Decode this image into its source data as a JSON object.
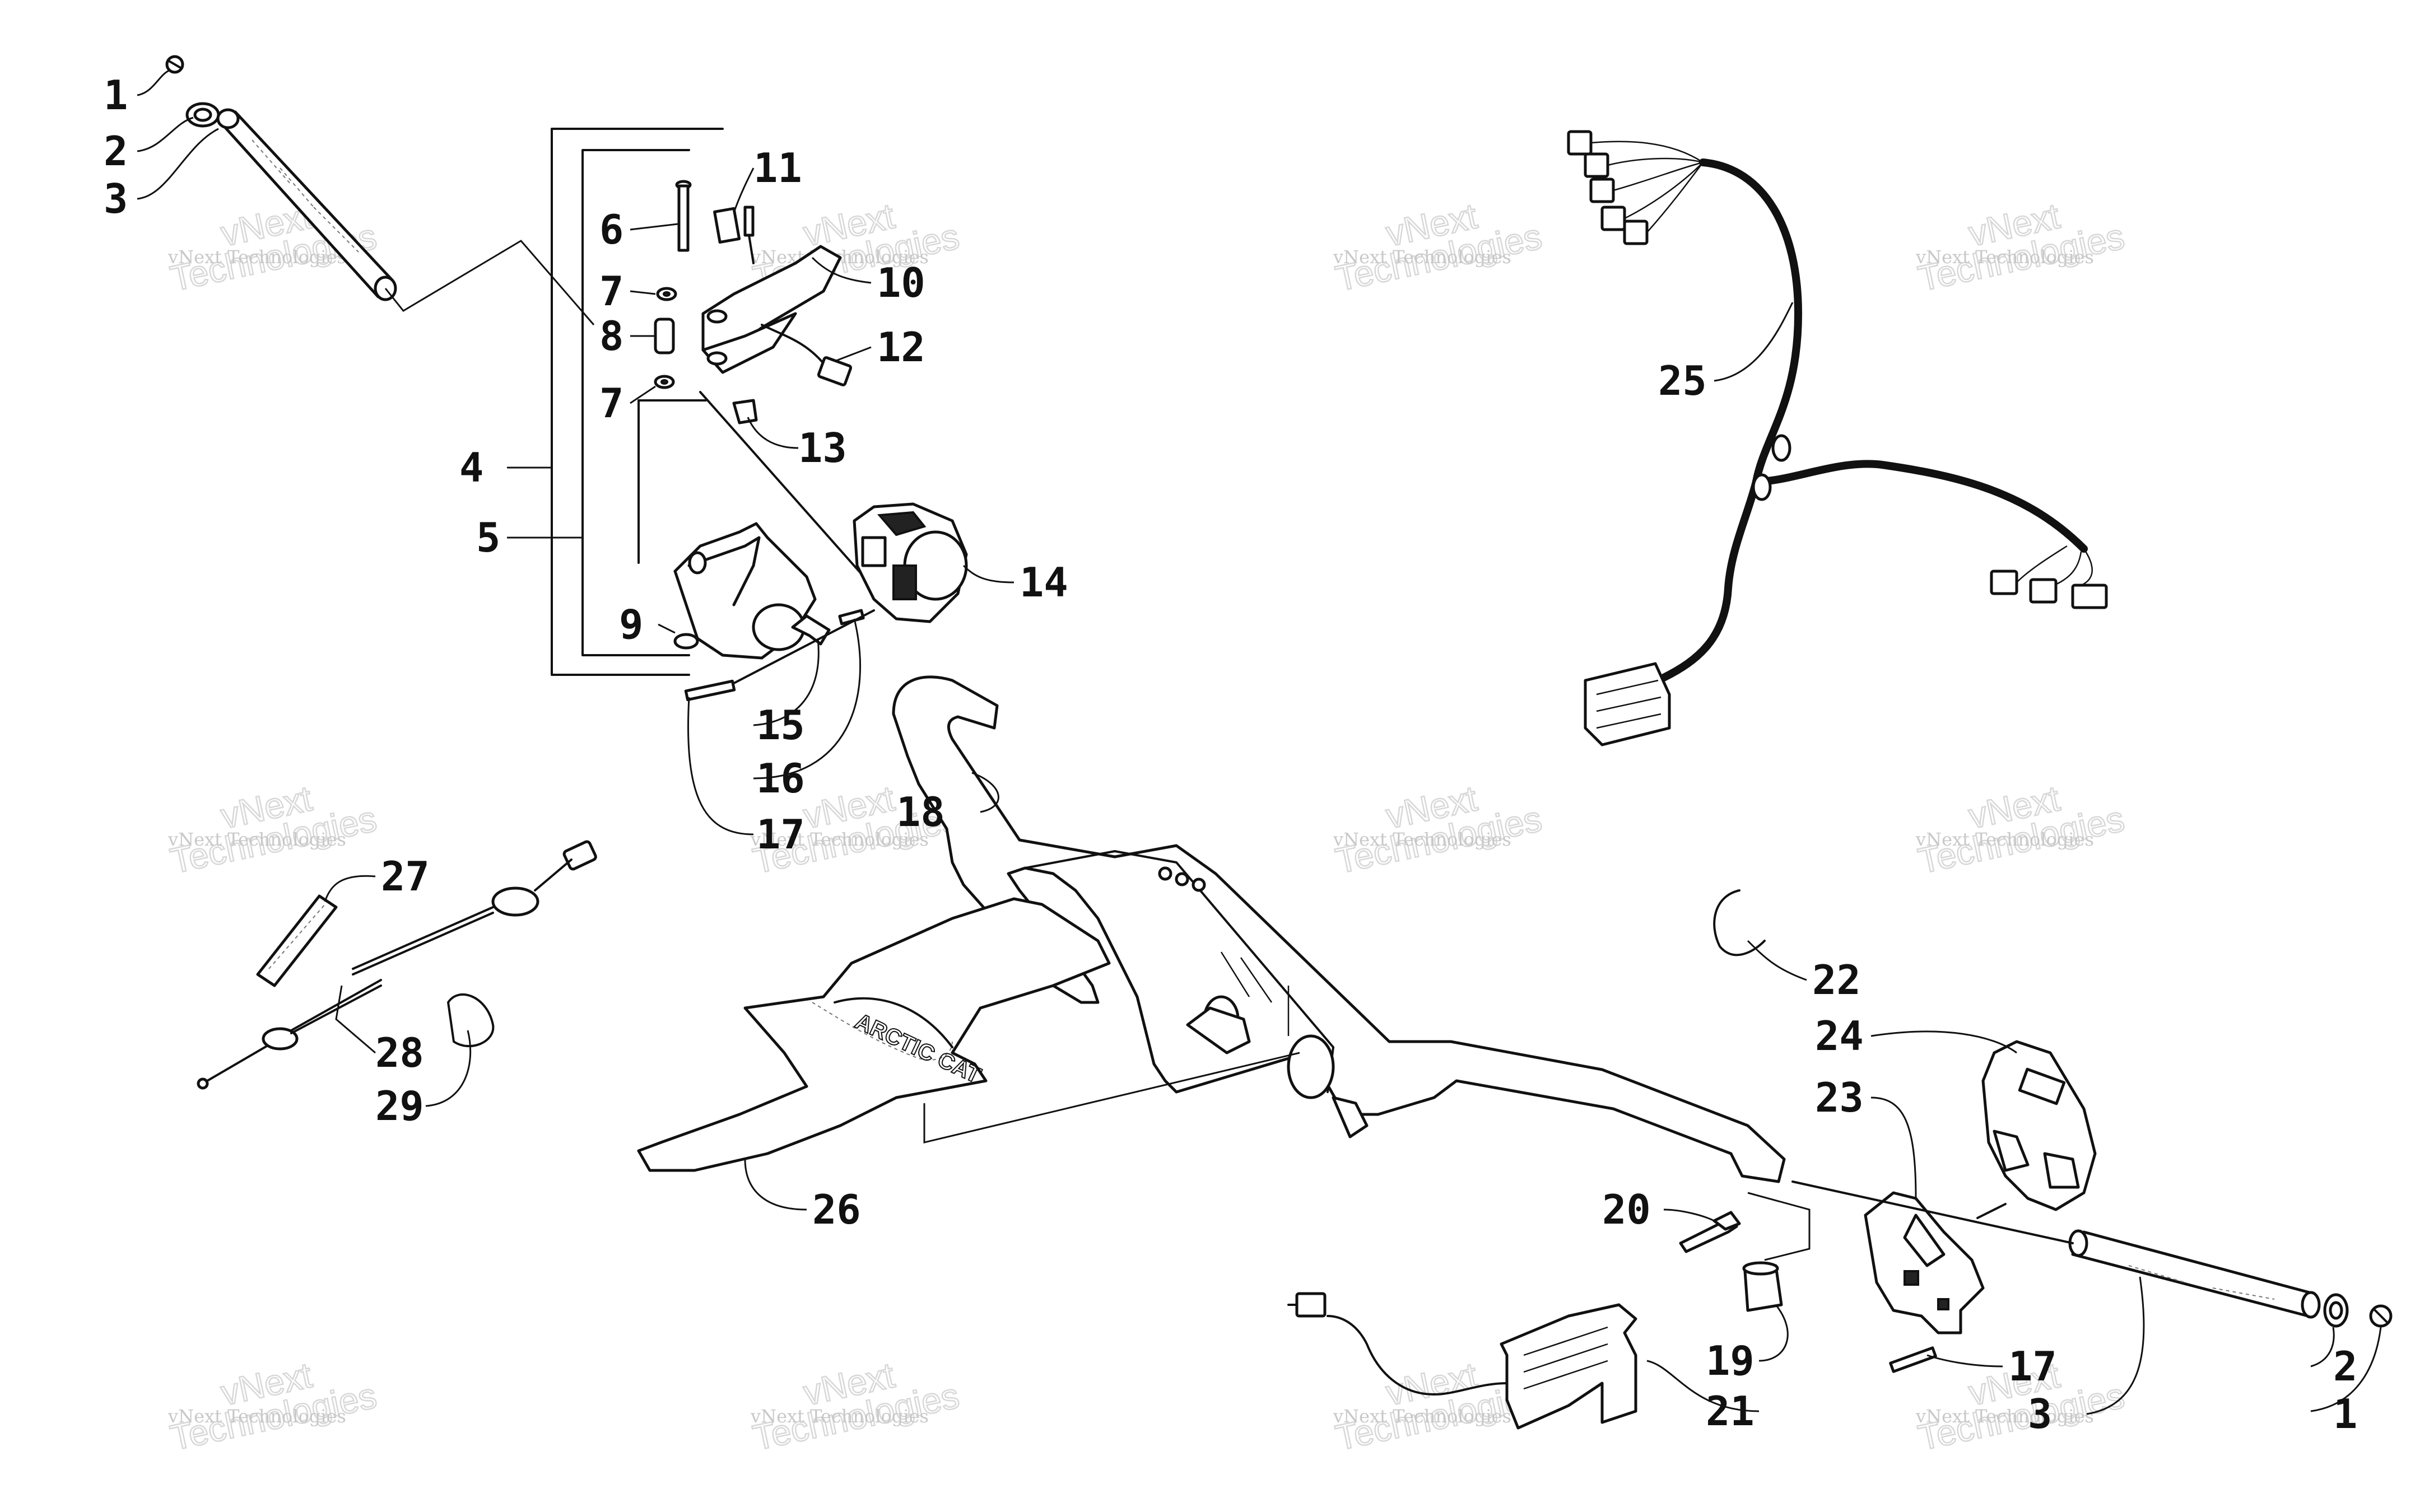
{
  "diagram": {
    "callouts": [
      {
        "id": "c1a",
        "label": "1"
      },
      {
        "id": "c2a",
        "label": "2"
      },
      {
        "id": "c3a",
        "label": "3"
      },
      {
        "id": "c4",
        "label": "4"
      },
      {
        "id": "c5",
        "label": "5"
      },
      {
        "id": "c6",
        "label": "6"
      },
      {
        "id": "c7a",
        "label": "7"
      },
      {
        "id": "c8",
        "label": "8"
      },
      {
        "id": "c7b",
        "label": "7"
      },
      {
        "id": "c9",
        "label": "9"
      },
      {
        "id": "c10",
        "label": "10"
      },
      {
        "id": "c11",
        "label": "11"
      },
      {
        "id": "c12",
        "label": "12"
      },
      {
        "id": "c13",
        "label": "13"
      },
      {
        "id": "c14",
        "label": "14"
      },
      {
        "id": "c15",
        "label": "15"
      },
      {
        "id": "c16",
        "label": "16"
      },
      {
        "id": "c17a",
        "label": "17"
      },
      {
        "id": "c18",
        "label": "18"
      },
      {
        "id": "c25",
        "label": "25"
      },
      {
        "id": "c27",
        "label": "27"
      },
      {
        "id": "c28",
        "label": "28"
      },
      {
        "id": "c29",
        "label": "29"
      },
      {
        "id": "c26",
        "label": "26"
      },
      {
        "id": "c22",
        "label": "22"
      },
      {
        "id": "c24",
        "label": "24"
      },
      {
        "id": "c23",
        "label": "23"
      },
      {
        "id": "c20",
        "label": "20"
      },
      {
        "id": "c19",
        "label": "19"
      },
      {
        "id": "c21",
        "label": "21"
      },
      {
        "id": "c17b",
        "label": "17"
      },
      {
        "id": "c3b",
        "label": "3"
      },
      {
        "id": "c2b",
        "label": "2"
      },
      {
        "id": "c1b",
        "label": "1"
      }
    ],
    "watermark": {
      "line1": "vNext",
      "line2": "Technologies",
      "small": "vNext Technologies"
    },
    "logo_text": "ARCTIC CAT"
  }
}
